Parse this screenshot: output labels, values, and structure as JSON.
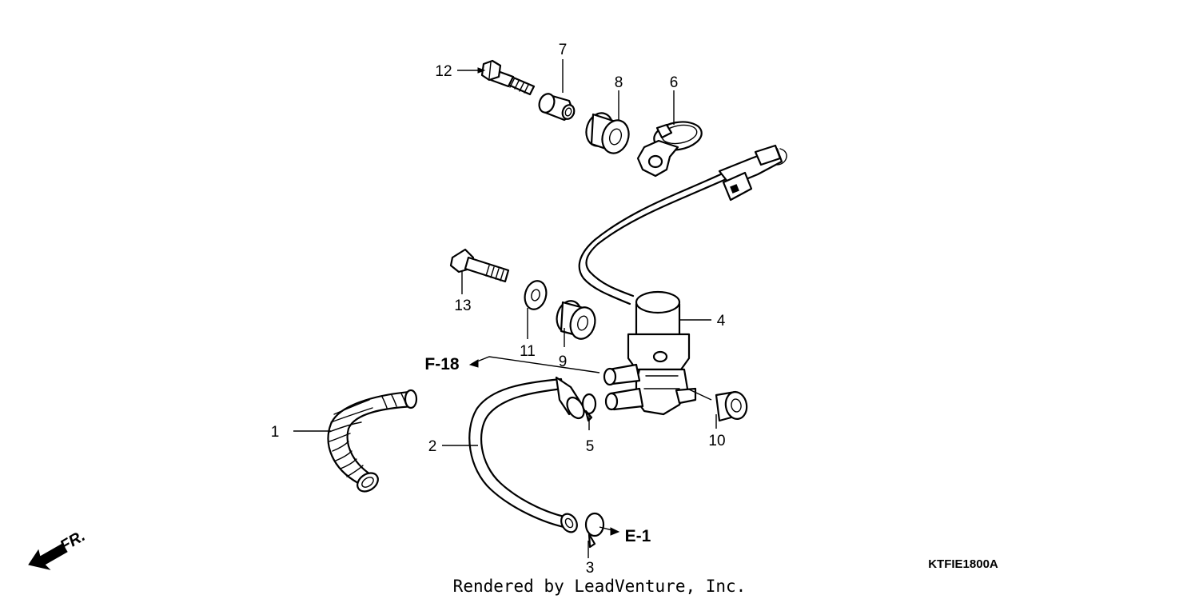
{
  "diagram": {
    "callouts": [
      {
        "id": "c1",
        "label": "1"
      },
      {
        "id": "c2",
        "label": "2"
      },
      {
        "id": "c3",
        "label": "3"
      },
      {
        "id": "c4",
        "label": "4"
      },
      {
        "id": "c5",
        "label": "5"
      },
      {
        "id": "c6",
        "label": "6"
      },
      {
        "id": "c7",
        "label": "7"
      },
      {
        "id": "c8",
        "label": "8"
      },
      {
        "id": "c9",
        "label": "9"
      },
      {
        "id": "c10",
        "label": "10"
      },
      {
        "id": "c11",
        "label": "11"
      },
      {
        "id": "c12",
        "label": "12"
      },
      {
        "id": "c13",
        "label": "13"
      }
    ],
    "references": {
      "f18": "F-18",
      "e1": "E-1"
    },
    "direction_label": "FR.",
    "diagram_code": "KTFIE1800A",
    "credit": "Rendered by LeadVenture, Inc."
  }
}
